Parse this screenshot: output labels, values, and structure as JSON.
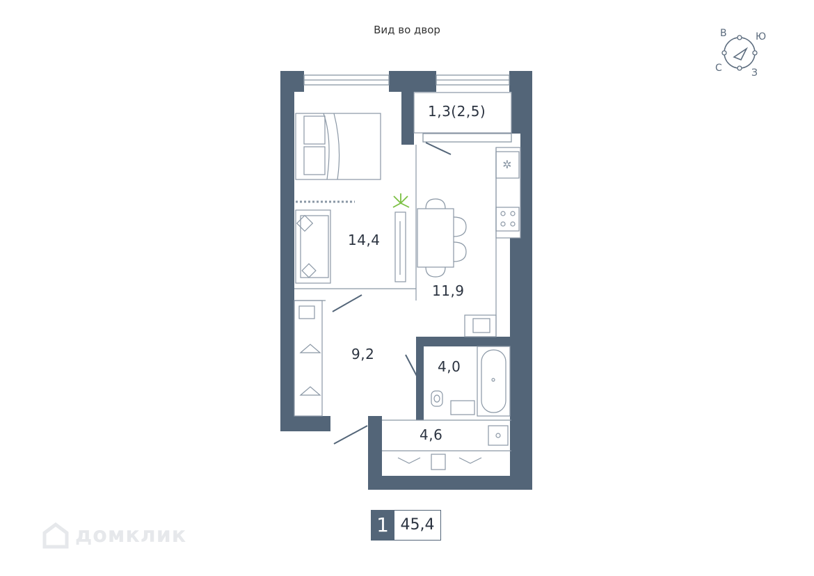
{
  "header": {
    "view_label": "Вид во двор"
  },
  "compass": {
    "n": "С",
    "e": "В",
    "s": "Ю",
    "w": "З"
  },
  "rooms": [
    {
      "name": "balcony",
      "area": "1,3(2,5)"
    },
    {
      "name": "living-room",
      "area": "14,4"
    },
    {
      "name": "kitchen",
      "area": "11,9"
    },
    {
      "name": "hallway",
      "area": "9,2"
    },
    {
      "name": "bathroom",
      "area": "4,0"
    },
    {
      "name": "storage",
      "area": "4,6"
    }
  ],
  "summary": {
    "rooms_count": "1",
    "total_area": "45,4"
  },
  "watermark": {
    "text": "домклик"
  },
  "colors": {
    "wall": "#536578",
    "line": "#8a97a5",
    "plant": "#7bc043"
  },
  "icons": [
    "compass-icon",
    "snowflake-icon",
    "stove-icon",
    "sink-icon",
    "toilet-icon",
    "bathtub-icon",
    "washing-machine-icon",
    "hanger-icon",
    "plant-icon",
    "sofa-icon",
    "bed-icon",
    "table-icon",
    "house-logo-icon"
  ]
}
